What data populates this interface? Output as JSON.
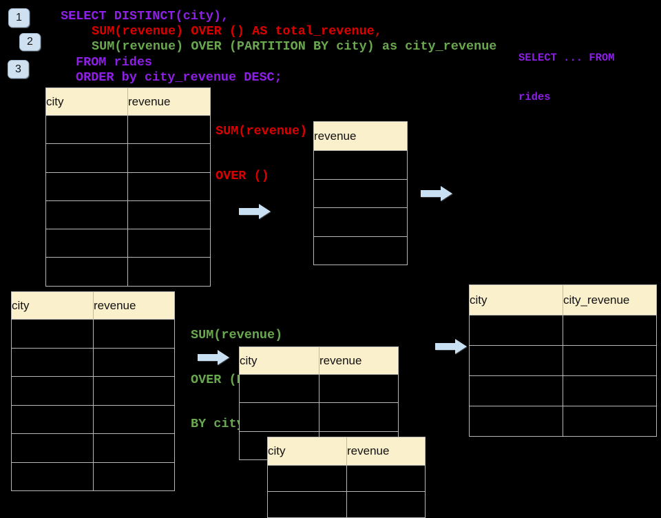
{
  "colors": {
    "purple": "#8E1FE6",
    "red": "#DB0000",
    "green": "#6AA84F",
    "header_fill": "#FBF0CC",
    "arrow_fill": "#C9DFF2",
    "badge_fill": "#CFE0F1",
    "border": "#B9B9B9"
  },
  "badges": [
    {
      "label": "1"
    },
    {
      "label": "2"
    },
    {
      "label": "3"
    }
  ],
  "code": {
    "lines": [
      {
        "text": "SELECT DISTINCT(city),"
      },
      {
        "text": "SUM(revenue) OVER () AS total_revenue,"
      },
      {
        "text": "SUM(revenue) OVER (PARTITION BY city) as city_revenue"
      },
      {
        "text": "FROM rides"
      },
      {
        "text": "ORDER by city_revenue DESC;"
      }
    ]
  },
  "side_code": {
    "line1": "SELECT ... FROM",
    "line2": "rides"
  },
  "labels": {
    "total": {
      "line1": "SUM(revenue)",
      "line2": "OVER ()"
    },
    "partition": {
      "line1": "SUM(revenue)",
      "line2": "OVER (PARTITION",
      "line3": "BY city)"
    }
  },
  "tables": {
    "source_top": {
      "headers": [
        "city",
        "revenue"
      ],
      "rows": 6
    },
    "total_result": {
      "headers": [
        "revenue"
      ],
      "rows": 4
    },
    "source_bottom": {
      "headers": [
        "city",
        "revenue"
      ],
      "rows": 6
    },
    "partition_mid": {
      "headers": [
        "city",
        "revenue"
      ],
      "rows": 3
    },
    "partition_overlay": {
      "headers": [
        "city",
        "revenue"
      ],
      "rows": 2
    },
    "city_result": {
      "headers": [
        "city",
        "city_revenue"
      ],
      "rows": 4
    }
  }
}
